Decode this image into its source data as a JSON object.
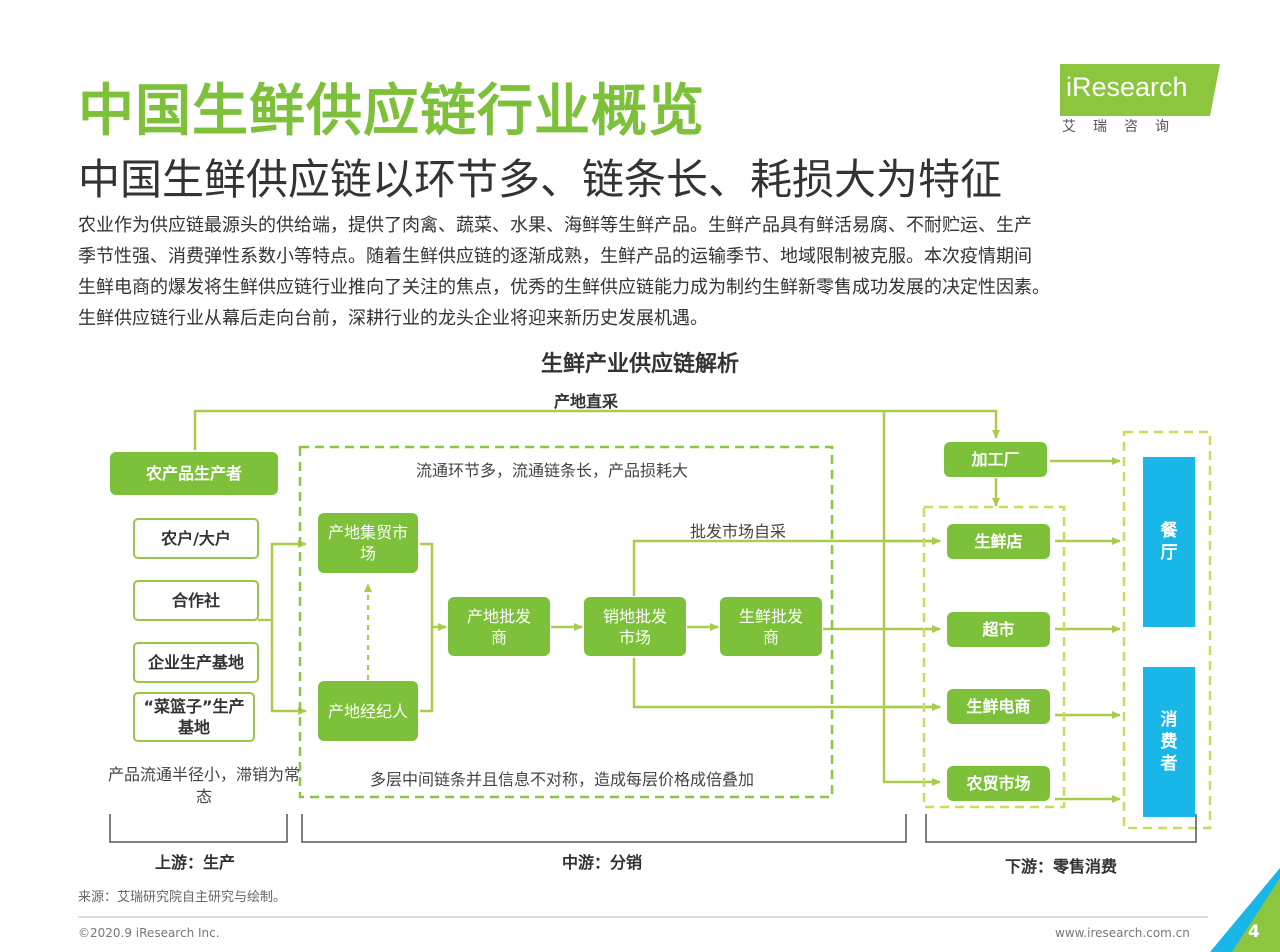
{
  "header": {
    "title": "中国生鲜供应链行业概览",
    "subtitle": "中国生鲜供应链以环节多、链条长、耗损大为特征"
  },
  "logo": {
    "word": "iResearch",
    "sub": "艾瑞咨询"
  },
  "intro": [
    "农业作为供应链最源头的供给端，提供了肉禽、蔬菜、水果、海鲜等生鲜产品。生鲜产品具有鲜活易腐、不耐贮运、生产",
    "季节性强、消费弹性系数小等特点。随着生鲜供应链的逐渐成熟，生鲜产品的运输季节、地域限制被克服。本次疫情期间",
    "生鲜电商的爆发将生鲜供应链行业推向了关注的焦点，优秀的生鲜供应链能力成为制约生鲜新零售成功发展的决定性因素。",
    "生鲜供应链行业从幕后走向台前，深耕行业的龙头企业将迎来新历史发展机遇。"
  ],
  "diagram": {
    "title": "生鲜产业供应链解析",
    "producer": "农产品生产者",
    "producer_types": [
      "农户/大户",
      "合作社",
      "企业生产基地",
      "“菜篮子”生产基地"
    ],
    "upstream_note": "产品流通半径小，滞销为常态",
    "mid_note_top": "流通环节多，流通链条长，产品损耗大",
    "mid_note_bottom": "多层中间链条并且信息不对称，造成每层价格成倍叠加",
    "origin_direct": "产地直采",
    "wholesale_direct": "批发市场自采",
    "mid_nodes": {
      "origin_market": "产地集贸市场",
      "origin_broker": "产地经纪人",
      "origin_wholesaler": "产地批发商",
      "sales_market": "销地批发市场",
      "fresh_wholesaler": "生鲜批发商"
    },
    "factory": "加工厂",
    "retail": [
      "生鲜店",
      "超市",
      "生鲜电商",
      "农贸市场"
    ],
    "consumers": [
      "餐厅",
      "消费者"
    ],
    "stages": [
      "上游：生产",
      "中游：分销",
      "下游：零售消费"
    ]
  },
  "source": "来源：艾瑞研究院自主研究与绘制。",
  "footer": {
    "copyright": "©2020.9 iResearch Inc.",
    "site": "www.iresearch.com.cn",
    "page": "4"
  },
  "colors": {
    "green": "#7dc03a",
    "line_green": "#9bc54a",
    "blue": "#19b6e8"
  }
}
